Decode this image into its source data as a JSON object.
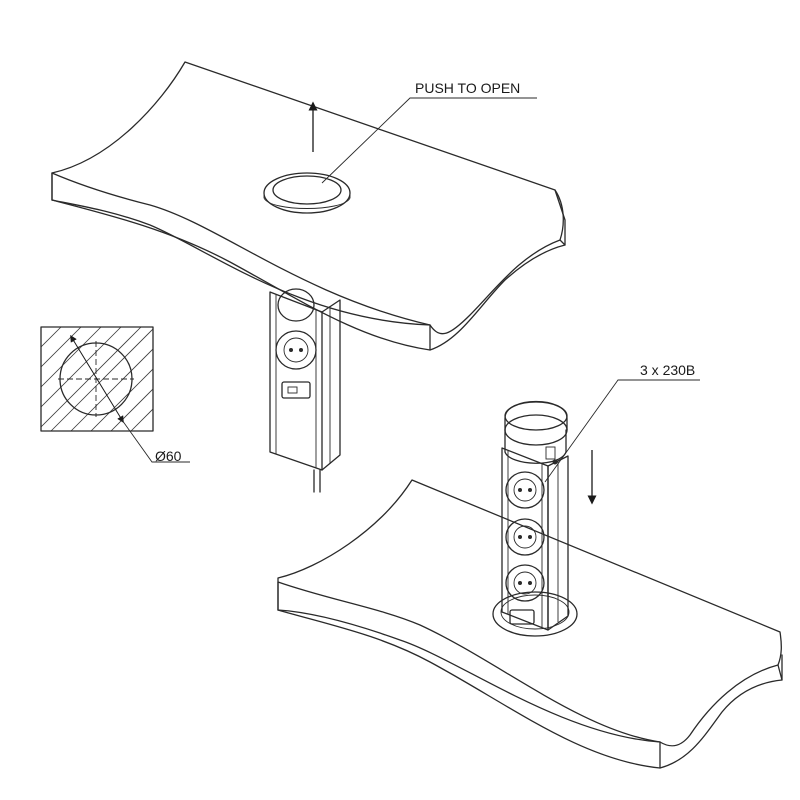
{
  "callouts": {
    "push_to_open": "PUSH TO OPEN",
    "outlets": "3 x 230B",
    "diameter": "Ø60"
  },
  "icons": {
    "up_arrow": "arrow-up-icon",
    "down_arrow": "arrow-down-icon",
    "outlet": "schuko-socket-icon"
  },
  "colors": {
    "line": "#2a2a2a",
    "background": "#ffffff"
  }
}
